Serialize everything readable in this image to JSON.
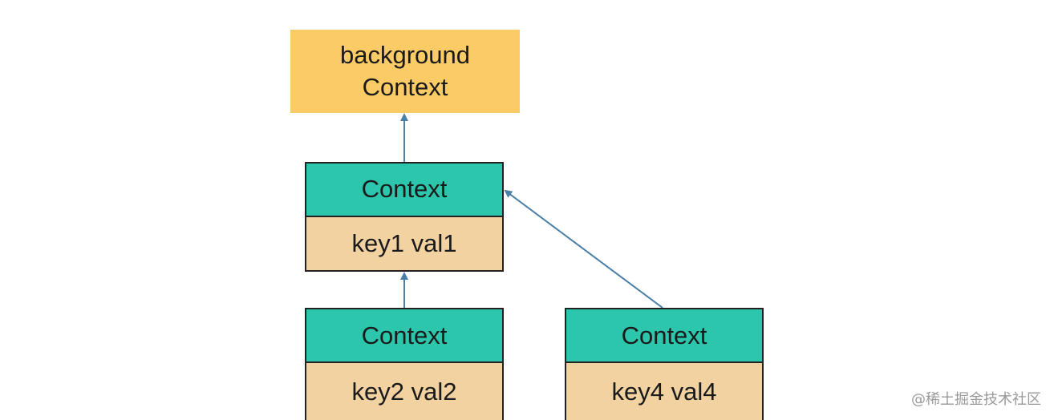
{
  "nodes": {
    "background": {
      "line1": "background",
      "line2": "Context"
    },
    "ctx1": {
      "title": "Context",
      "entry": "key1 val1"
    },
    "ctx2": {
      "title": "Context",
      "entry": "key2 val2"
    },
    "ctx4": {
      "title": "Context",
      "entry": "key4 val4"
    }
  },
  "edges": [
    {
      "from": "ctx1",
      "to": "background"
    },
    {
      "from": "ctx2",
      "to": "ctx1"
    },
    {
      "from": "ctx4",
      "to": "ctx1"
    }
  ],
  "colors": {
    "background_node": "#fbcb65",
    "context_header": "#2cc6ad",
    "context_body": "#f3d2a2",
    "arrow": "#4a7fa8"
  },
  "watermark": "@稀土掘金技术社区"
}
